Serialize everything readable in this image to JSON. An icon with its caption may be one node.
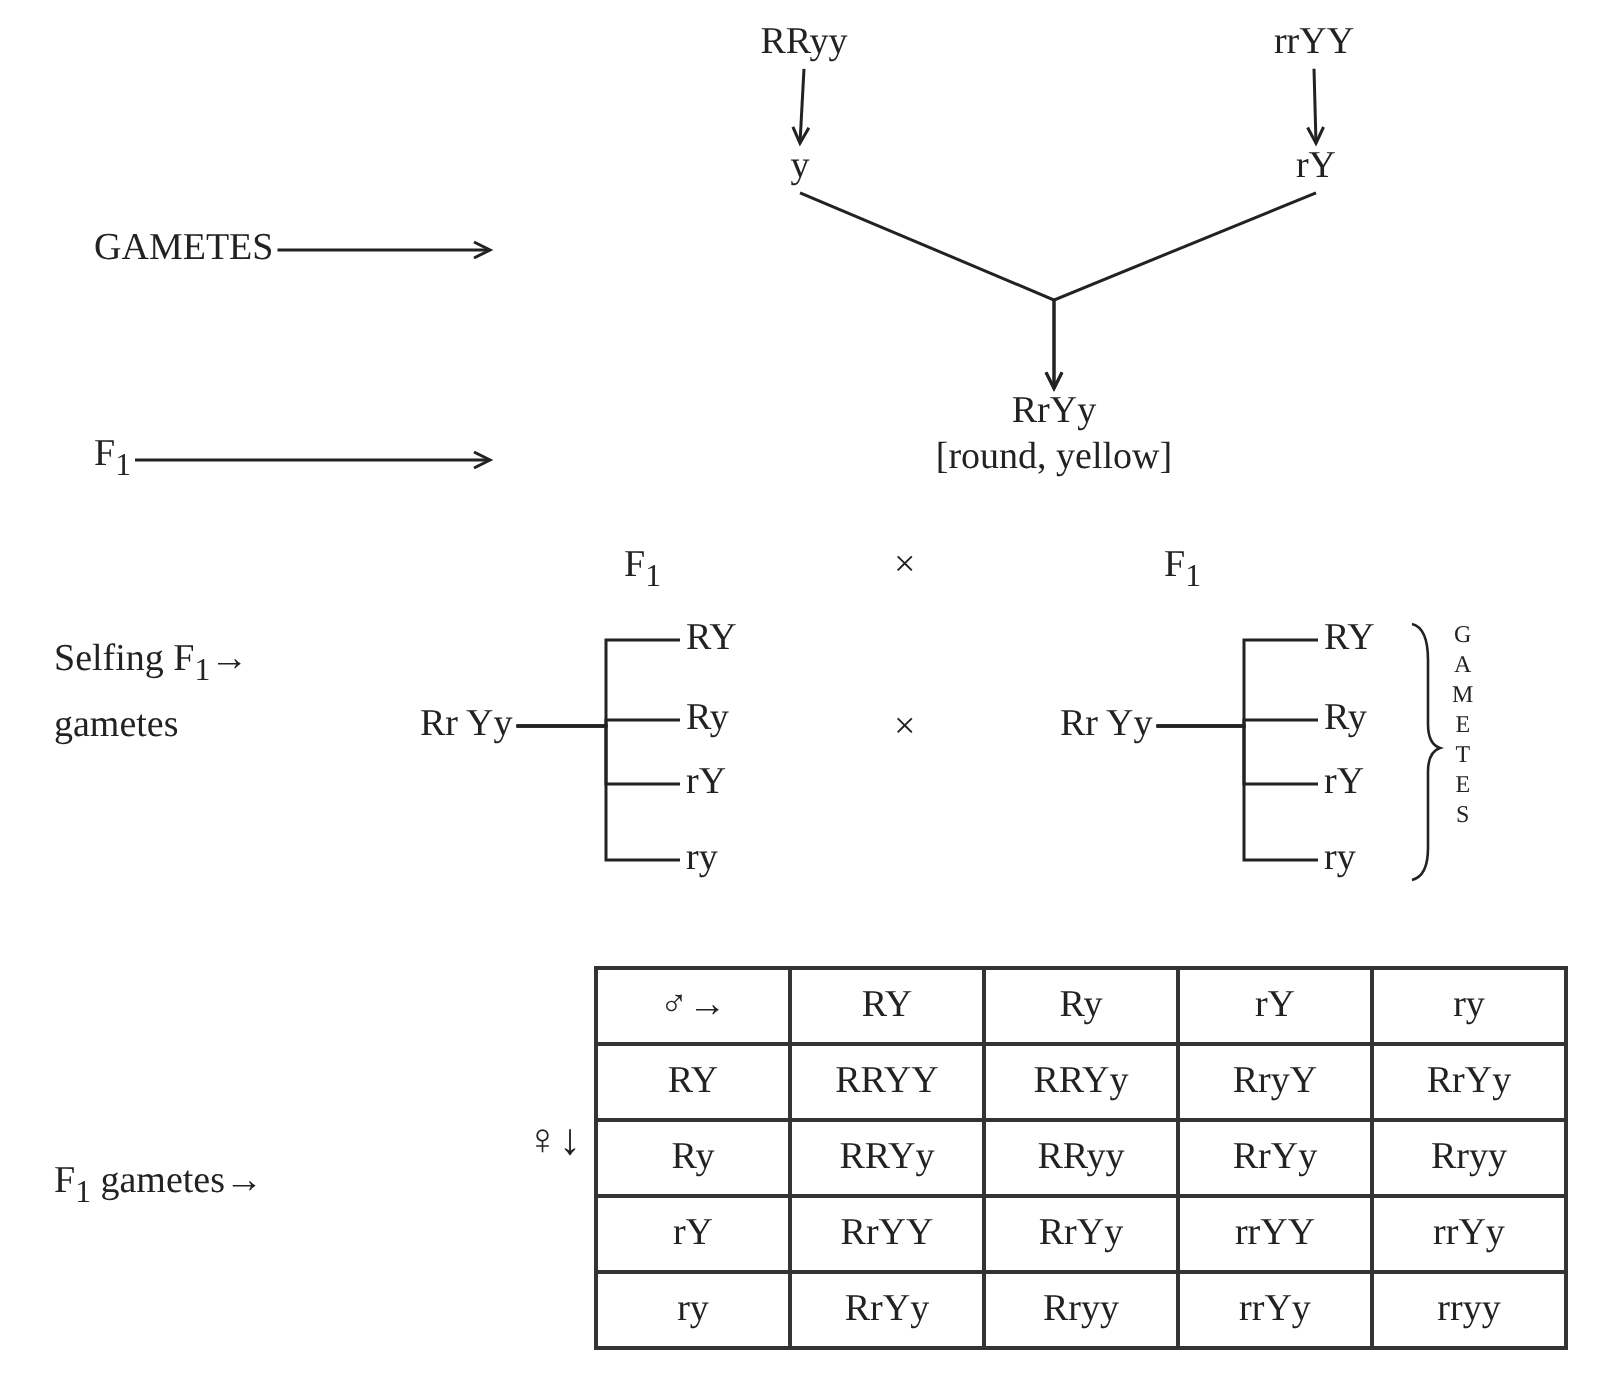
{
  "diagram": {
    "nodes": [
      {
        "text": [
          "RRyy"
        ]
      },
      {
        "text": [
          "rrYY"
        ]
      },
      {
        "text": [
          "y"
        ]
      },
      {
        "text": [
          "rY"
        ]
      },
      {
        "text": [
          "GAMETES"
        ]
      },
      {
        "text": [
          "RrYy",
          "[round, yellow]"
        ]
      },
      {
        "text": [
          "F$_{1}$"
        ]
      },
      {
        "text": [
          "Rr Yy"
        ]
      },
      {
        "text": [
          "RY"
        ]
      },
      {
        "text": [
          "Ry"
        ]
      },
      {
        "text": [
          "rY"
        ]
      },
      {
        "text": [
          "ry"
        ]
      },
      {
        "text": [
          "Rr Yy"
        ]
      },
      {
        "text": [
          "RY"
        ]
      },
      {
        "text": [
          "Ry"
        ]
      },
      {
        "text": [
          "rY"
        ]
      },
      {
        "text": [
          "ry"
        ]
      }
    ],
    "edges": [
      {
        "from": 0,
        "to": 2,
        "arrow": "to"
      },
      {
        "from": 1,
        "to": 3,
        "arrow": "to"
      },
      {
        "from": 2,
        "to": 5,
        "arrow": "to"
      },
      {
        "from": 3,
        "to": 5,
        "arrow": "to"
      },
      {
        "from": 4,
        "to": null,
        "arrow": "to"
      },
      {
        "from": 6,
        "to": null,
        "arrow": "to"
      },
      {
        "from": 7,
        "to": 8,
        "arrow": "none"
      },
      {
        "from": 7,
        "to": 9,
        "arrow": "none"
      },
      {
        "from": 7,
        "to": 10,
        "arrow": "none"
      },
      {
        "from": 7,
        "to": 11,
        "arrow": "none"
      },
      {
        "from": 12,
        "to": 13,
        "arrow": "none"
      },
      {
        "from": 12,
        "to": 14,
        "arrow": "none"
      },
      {
        "from": 12,
        "to": 15,
        "arrow": "none"
      },
      {
        "from": 12,
        "to": 16,
        "arrow": "none"
      }
    ],
    "labels": [
      "F$_{1}$",
      "×",
      "F$_{1}$",
      "Selfing F$_{1}$→ gametes",
      "×",
      "GAMETES",
      "F$_{1}$ gametes→",
      "♀↓",
      "♂→",
      "RY",
      "Ry",
      "rY",
      "ry",
      "RY",
      "RRYY",
      "RRYy",
      "RryY",
      "RrYy",
      "Ry",
      "RRYy",
      "RRyy",
      "RrYy",
      "Rryy",
      "rY",
      "RrYY",
      "RrYy",
      "rrYY",
      "rrYy",
      "ry",
      "RrYy",
      "Rryy",
      "rrYy",
      "rryy"
    ]
  }
}
